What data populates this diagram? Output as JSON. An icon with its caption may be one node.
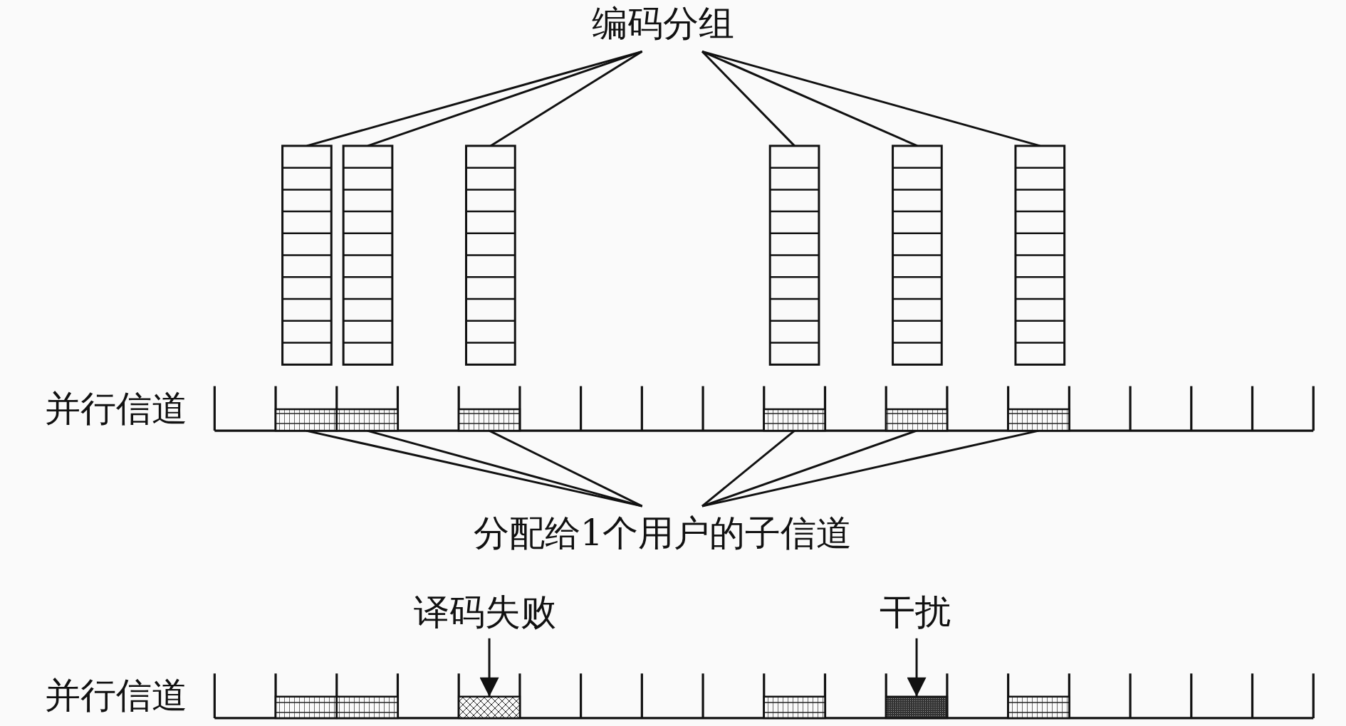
{
  "diagram": {
    "nodes": [
      {
        "text": [
          "编码分组"
        ]
      },
      {
        "text": [],
        "shape": "box"
      },
      {
        "text": [],
        "shape": "box"
      },
      {
        "text": [],
        "shape": "box"
      },
      {
        "text": [],
        "shape": "box"
      },
      {
        "text": [],
        "shape": "box"
      },
      {
        "text": [],
        "shape": "box"
      },
      {
        "text": [],
        "shape": "box"
      },
      {
        "text": [],
        "shape": "box"
      },
      {
        "text": [],
        "shape": "box"
      },
      {
        "text": [],
        "shape": "box"
      },
      {
        "text": [],
        "shape": "box"
      },
      {
        "text": [],
        "shape": "box"
      },
      {
        "text": [
          "分配给1个用户的子信道"
        ]
      },
      {
        "text": [
          "译码失败"
        ]
      },
      {
        "text": [
          "干扰"
        ]
      },
      {
        "text": [],
        "shape": "box"
      },
      {
        "text": [],
        "shape": "box"
      },
      {
        "text": [],
        "shape": "box"
      },
      {
        "text": [],
        "shape": "box"
      },
      {
        "text": [],
        "shape": "box"
      },
      {
        "text": [],
        "shape": "box"
      }
    ],
    "edges": [
      {
        "from": 0,
        "to": 1,
        "arrow": "none"
      },
      {
        "from": 0,
        "to": 2,
        "arrow": "none"
      },
      {
        "from": 0,
        "to": 3,
        "arrow": "none"
      },
      {
        "from": 0,
        "to": 4,
        "arrow": "none"
      },
      {
        "from": 0,
        "to": 5,
        "arrow": "none"
      },
      {
        "from": 0,
        "to": 6,
        "arrow": "none"
      },
      {
        "from": 13,
        "to": 7,
        "arrow": "none"
      },
      {
        "from": 13,
        "to": 8,
        "arrow": "none"
      },
      {
        "from": 13,
        "to": 9,
        "arrow": "none"
      },
      {
        "from": 13,
        "to": 10,
        "arrow": "none"
      },
      {
        "from": 13,
        "to": 11,
        "arrow": "none"
      },
      {
        "from": 13,
        "to": 12,
        "arrow": "none"
      },
      {
        "from": 14,
        "to": 18,
        "arrow": "to"
      },
      {
        "from": 15,
        "to": 20,
        "arrow": "to"
      }
    ],
    "labels": [
      "并行信道",
      "并行信道"
    ]
  }
}
